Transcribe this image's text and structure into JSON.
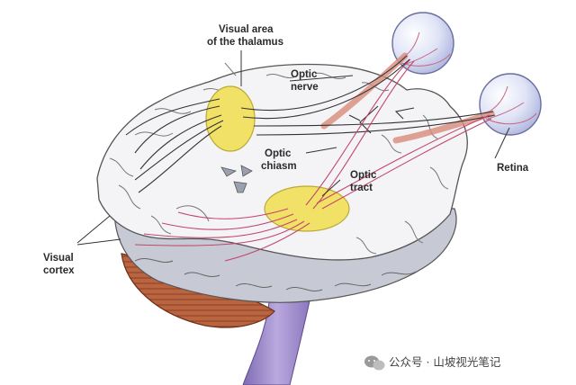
{
  "labels": {
    "thalamus_line1": "Visual area",
    "thalamus_line2": "of the thalamus",
    "optic_nerve_line1": "Optic",
    "optic_nerve_line2": "nerve",
    "optic_chiasm_line1": "Optic",
    "optic_chiasm_line2": "chiasm",
    "optic_tract_line1": "Optic",
    "optic_tract_line2": "tract",
    "retina": "Retina",
    "visual_cortex_line1": "Visual",
    "visual_cortex_line2": "cortex"
  },
  "watermark": {
    "text": "公众号 · 山坡视光笔记",
    "icon": "wechat-icon"
  },
  "colors": {
    "brain_fill": "#f3f3f5",
    "brain_outline": "#555555",
    "brain_shadow": "#c5c8d2",
    "cerebellum": "#b5603f",
    "brainstem": "#9a86c4",
    "thalamus_area": "#f1e267",
    "eyeball": "#cdd3ee",
    "nerve_dark": "#333333",
    "nerve_pink": "#c2466c",
    "leader": "#333333"
  }
}
